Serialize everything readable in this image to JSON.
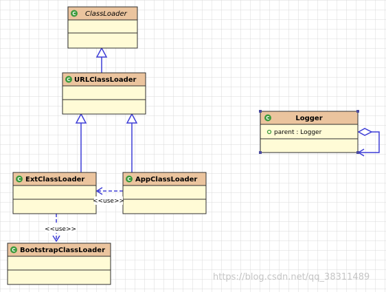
{
  "diagram": {
    "classes": {
      "classloader": {
        "name": "ClassLoader"
      },
      "urlclassloader": {
        "name": "URLClassLoader"
      },
      "extclassloader": {
        "name": "ExtClassLoader"
      },
      "appclassloader": {
        "name": "AppClassLoader"
      },
      "bootstrapclassloader": {
        "name": "BootstrapClassLoader"
      },
      "logger": {
        "name": "Logger",
        "attribute": "parent : Logger"
      }
    },
    "labels": {
      "use_horizontal": "<<use>>",
      "use_vertical": "<<use>>"
    },
    "badge_letter": "C"
  },
  "watermark": "https://blog.csdn.net/qq_38311489",
  "colors": {
    "header_fill": "#ebc49e",
    "body_fill": "#fffbd6",
    "border": "#2e2e2e",
    "connector": "#3b3bd6",
    "badge": "#3c9a3c",
    "grid": "#d9d9d9"
  }
}
